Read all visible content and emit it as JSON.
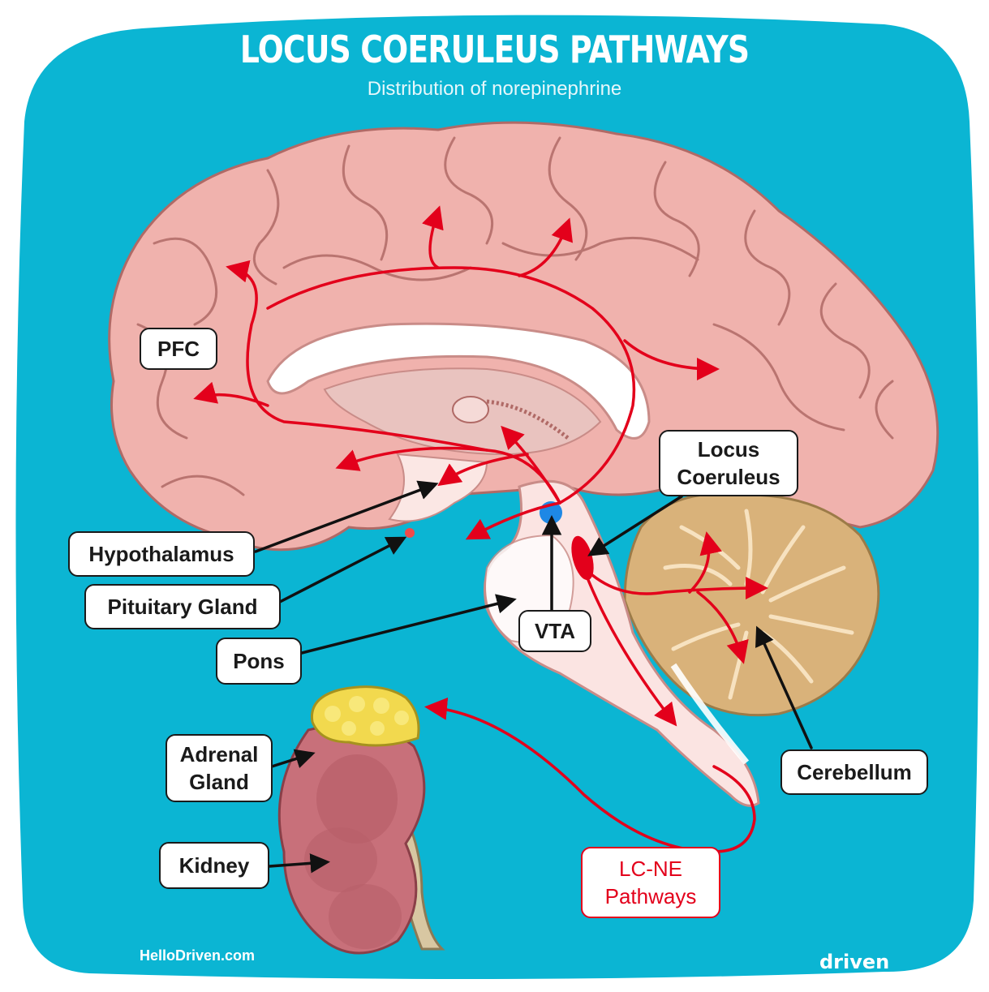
{
  "title": "LOCUS COERULEUS PATHWAYS",
  "subtitle": "Distribution of norepinephrine",
  "labels": {
    "pfc": "PFC",
    "locus_coeruleus_line1": "Locus",
    "locus_coeruleus_line2": "Coeruleus",
    "hypothalamus": "Hypothalamus",
    "pituitary": "Pituitary Gland",
    "pons": "Pons",
    "vta": "VTA",
    "cerebellum": "Cerebellum",
    "adrenal_line1": "Adrenal",
    "adrenal_line2": "Gland",
    "kidney": "Kidney",
    "lcne_line1": "LC-NE",
    "lcne_line2": "Pathways"
  },
  "footer": {
    "website": "HelloDriven.com",
    "brand": "driven"
  },
  "colors": {
    "background": "#0bb5d3",
    "brain": "#f0b2ad",
    "pathway": "#e3001b",
    "cerebellum": "#d9b27a",
    "kidney": "#c8707a",
    "adrenal": "#f2d94e",
    "vta": "#1e88e5"
  }
}
